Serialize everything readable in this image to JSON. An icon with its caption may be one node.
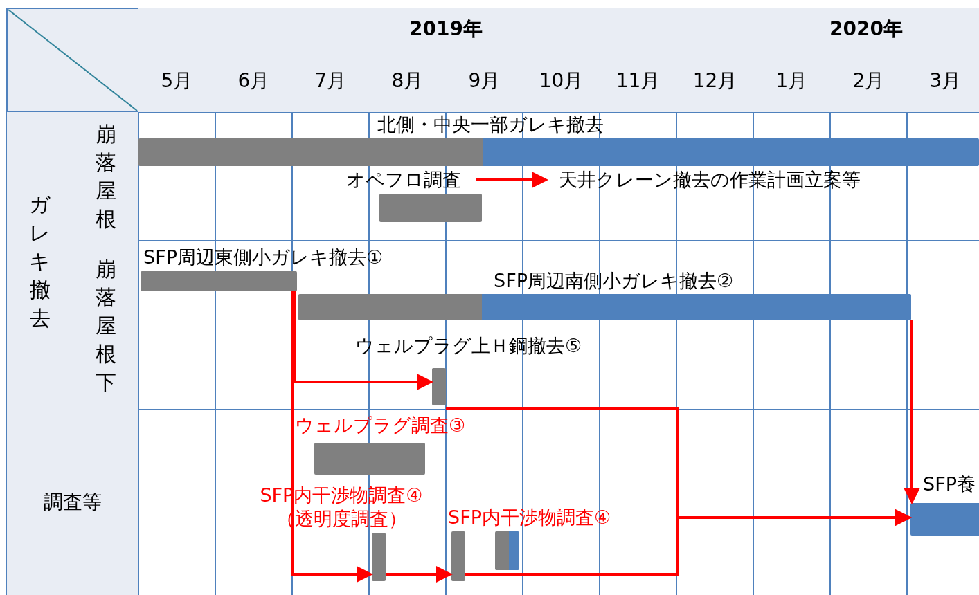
{
  "diagram": {
    "nodes": [
      {
        "text": [],
        "shape": "bar",
        "beside": [
          "北側・中央一部ガレキ撤去"
        ]
      },
      {
        "text": [
          "オペフロ調査"
        ]
      },
      {
        "text": [
          "天井クレーン撤去の作業計画立案等"
        ]
      },
      {
        "text": [],
        "shape": "bar"
      },
      {
        "text": [],
        "shape": "bar",
        "beside": [
          "SFP周辺東側小ガレキ撤去①"
        ]
      },
      {
        "text": [],
        "shape": "bar",
        "beside": [
          "SFP周辺南側小ガレキ撤去②"
        ]
      },
      {
        "text": [],
        "shape": "bar",
        "beside": [
          "ウェルプラグ上Ｈ鋼撤去⑤"
        ]
      },
      {
        "text": [],
        "shape": "bar",
        "beside": [
          "ウェルプラグ調査③"
        ]
      },
      {
        "text": [],
        "shape": "bar",
        "beside": [
          "SFP内干渉物調査④（透明度調査）"
        ]
      },
      {
        "text": [],
        "shape": "bar",
        "beside": [
          "SFP内干渉物調査④"
        ]
      },
      {
        "text": [],
        "shape": "bar"
      },
      {
        "text": [],
        "shape": "bar",
        "beside": [
          "SFP養"
        ]
      }
    ],
    "edges": [
      {
        "from": 1,
        "to": 2,
        "arrow": "to"
      },
      {
        "from": 4,
        "to": 6,
        "arrow": "to"
      },
      {
        "from": 4,
        "to": 8,
        "arrow": "to"
      },
      {
        "from": 8,
        "to": 9,
        "arrow": "to"
      },
      {
        "from": 6,
        "to": 11,
        "arrow": "to"
      },
      {
        "from": 9,
        "to": 11,
        "arrow": "to"
      },
      {
        "from": 5,
        "to": 11,
        "arrow": "to"
      }
    ],
    "labels": [
      "2019年",
      "2020年",
      "5月",
      "6月",
      "7月",
      "8月",
      "9月",
      "10月",
      "11月",
      "12月",
      "1月",
      "2月",
      "3月",
      "ガレキ撤去",
      "崩落屋根",
      "崩落屋根下",
      "調査等"
    ]
  }
}
